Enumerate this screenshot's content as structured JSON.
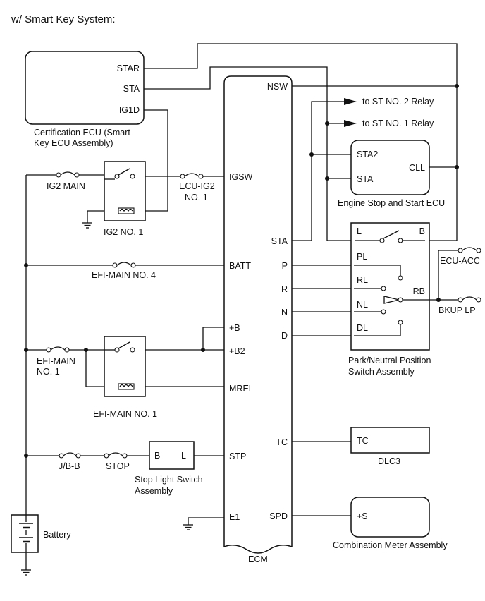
{
  "header": "w/ Smart Key System:",
  "cert_ecu": {
    "name_line1": "Certification ECU (Smart",
    "name_line2": "Key ECU Assembly)",
    "pins": {
      "star": "STAR",
      "sta": "STA",
      "ig1d": "IG1D"
    }
  },
  "ecm": {
    "name": "ECM",
    "left_pins": {
      "igsw": "IGSW",
      "batt": "BATT",
      "plus_b": "+B",
      "plus_b2": "+B2",
      "mrel": "MREL",
      "stp": "STP",
      "e1": "E1"
    },
    "right_pins": {
      "nsw": "NSW",
      "sta": "STA",
      "p": "P",
      "r": "R",
      "n": "N",
      "d": "D",
      "tc": "TC",
      "spd": "SPD"
    }
  },
  "relay_outputs": {
    "st2": "to ST NO. 2 Relay",
    "st1": "to ST NO. 1 Relay"
  },
  "engine_ecu": {
    "name": "Engine Stop and Start ECU",
    "pins": {
      "sta2": "STA2",
      "sta": "STA",
      "cll": "CLL"
    }
  },
  "pnp_switch": {
    "name_line1": "Park/Neutral Position",
    "name_line2": "Switch Assembly",
    "pins": {
      "l": "L",
      "b": "B",
      "pl": "PL",
      "rl": "RL",
      "rb": "RB",
      "nl": "NL",
      "dl": "DL"
    }
  },
  "fuses": {
    "ig2_main": "IG2 MAIN",
    "ecu_ig2_line1": "ECU-IG2",
    "ecu_ig2_line2": "NO. 1",
    "efi_main4": "EFI-MAIN NO. 4",
    "efi_main1_line1": "EFI-MAIN",
    "efi_main1_line2": "NO. 1",
    "jb_b": "J/B-B",
    "stop": "STOP",
    "ecu_acc": "ECU-ACC",
    "bkup_lp": "BKUP LP"
  },
  "relays": {
    "ig2_no1": "IG2 NO. 1",
    "efi_main_no1": "EFI-MAIN NO. 1"
  },
  "stop_light_switch": {
    "name_line1": "Stop Light Switch",
    "name_line2": "Assembly",
    "pin_b": "B",
    "pin_l": "L"
  },
  "dlc3": {
    "name": "DLC3",
    "pin": "TC"
  },
  "combination_meter": {
    "name": "Combination Meter Assembly",
    "pin": "+S"
  },
  "battery": {
    "name": "Battery"
  }
}
